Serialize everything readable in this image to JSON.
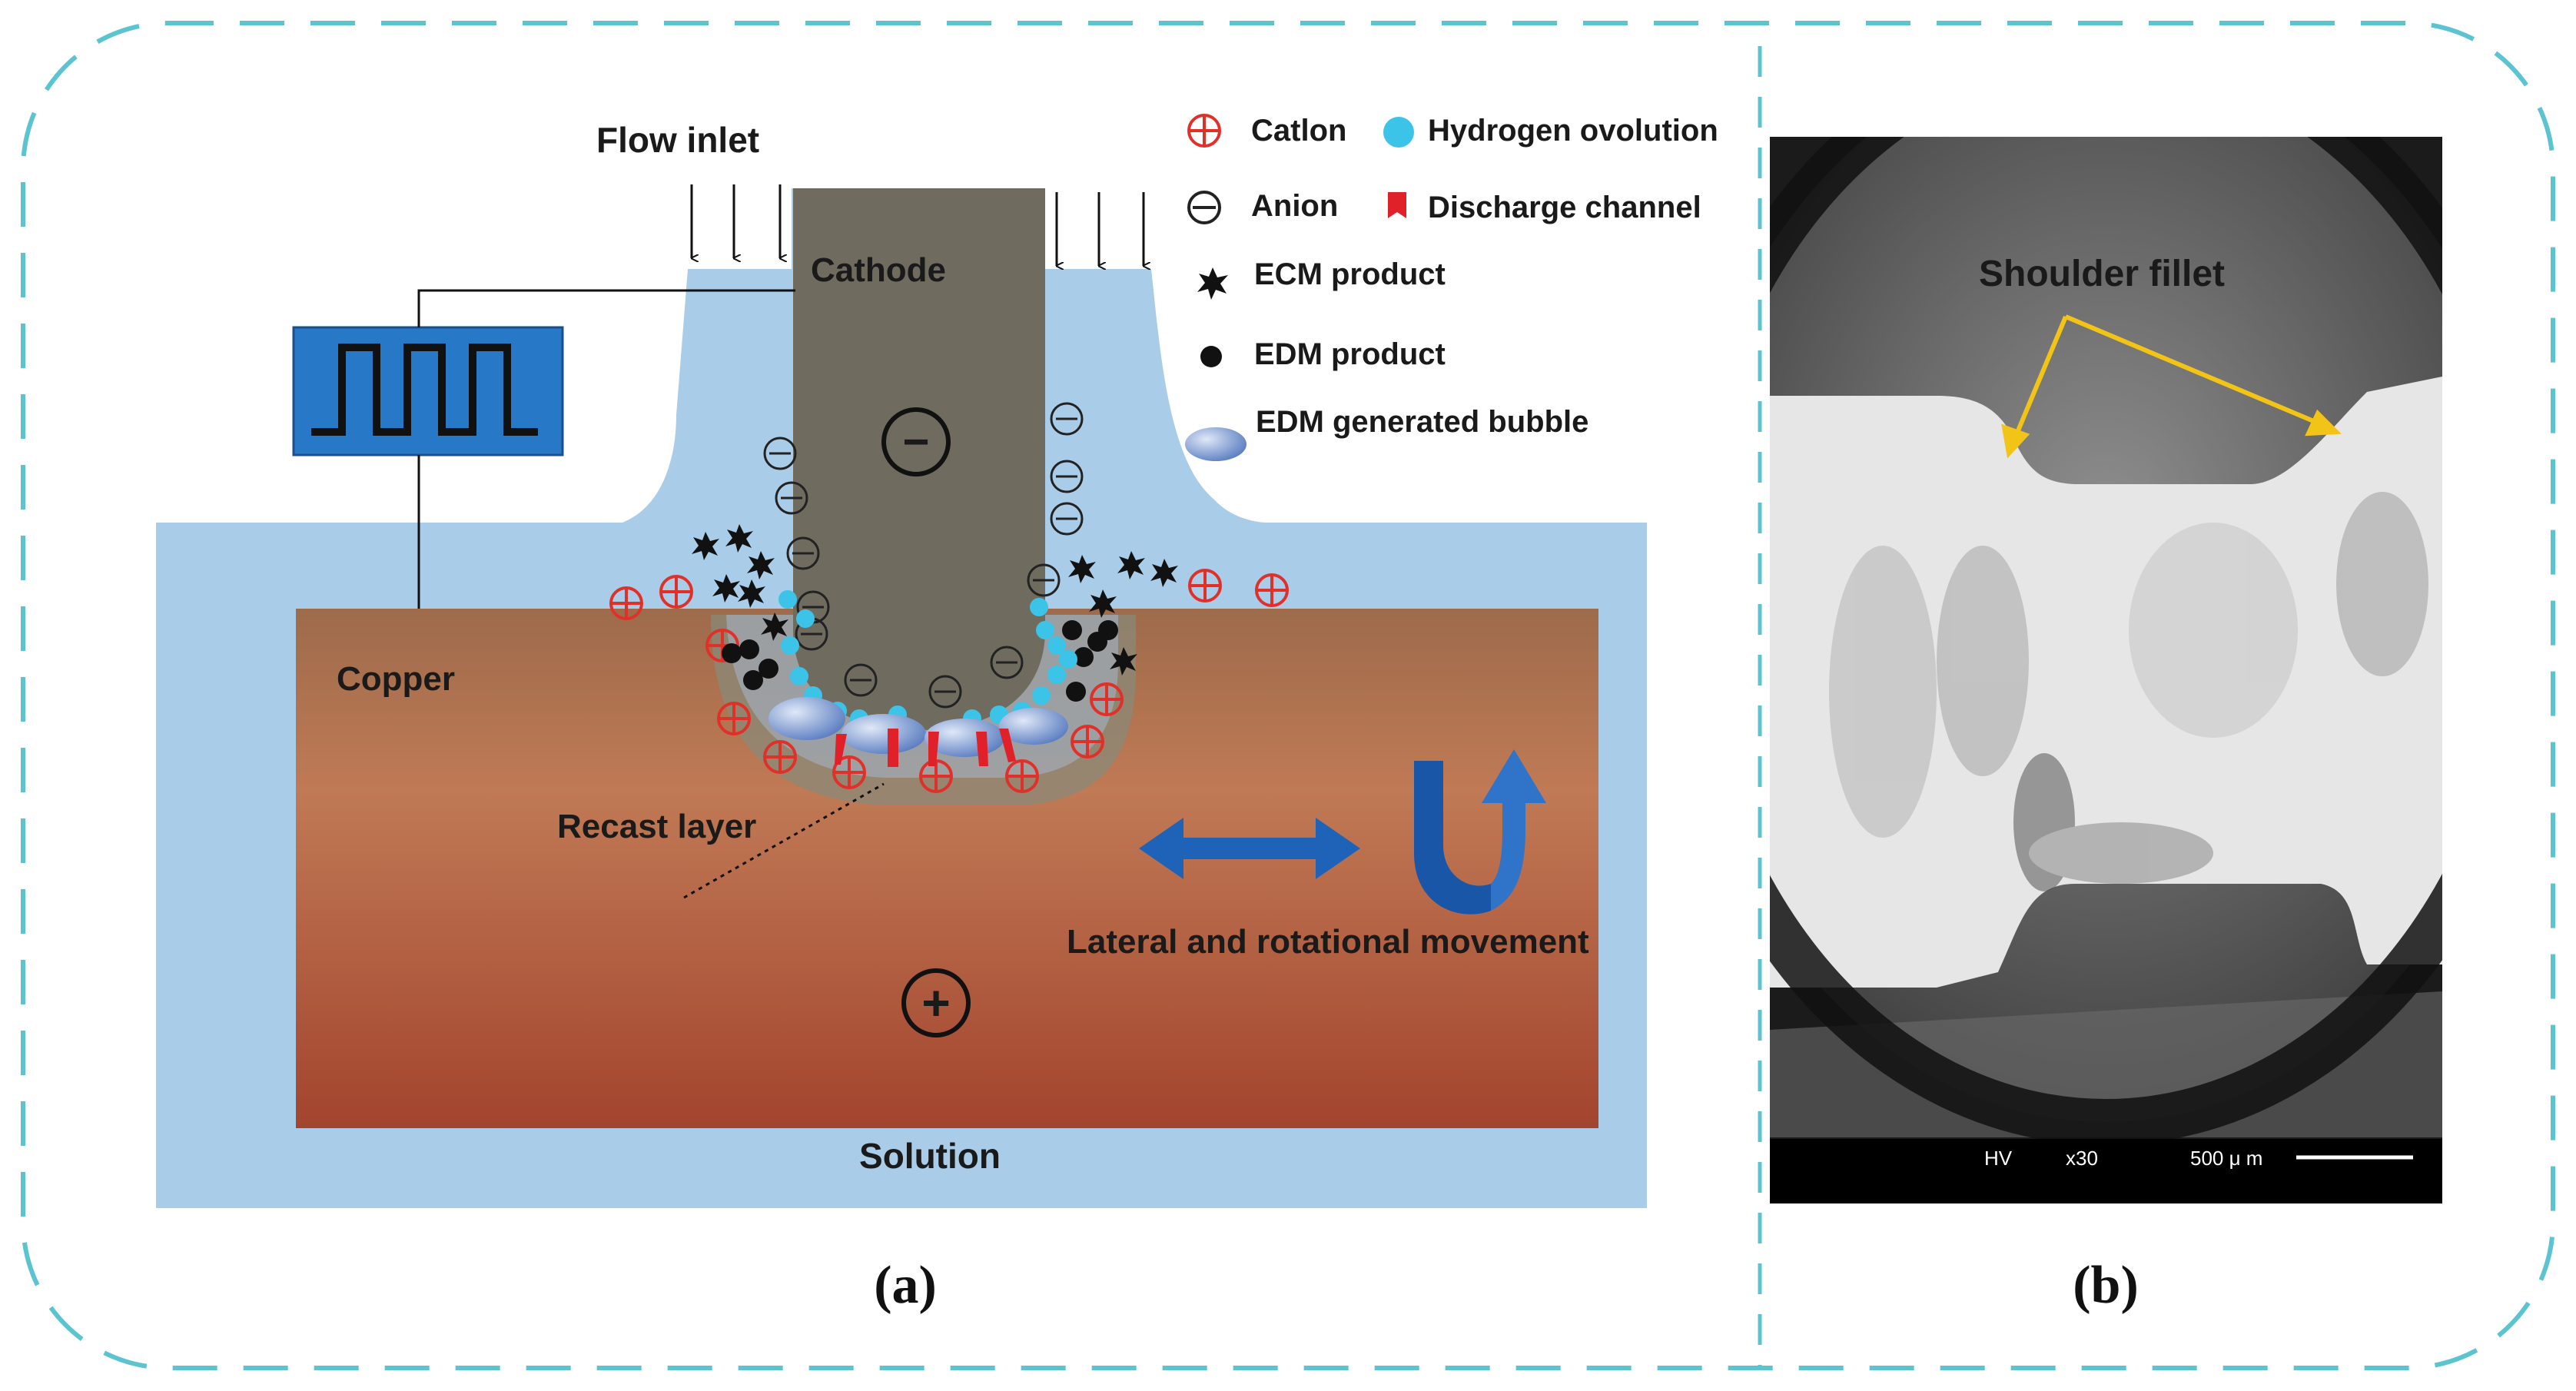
{
  "figure": {
    "panel_a_caption": "(a)",
    "panel_b_caption": "(b)",
    "colors": {
      "frame": "#5cc4d0",
      "solution": "#a9cde8",
      "cathode": "#6f6b5f",
      "copper_top": "#9c6a4a",
      "copper_bottom": "#a8452f",
      "arrow_blue": "#1f63b8",
      "cation_red": "#e0302a",
      "hydrogen_cyan": "#3cc3e8",
      "sem_fillet_arrow": "#f2c418"
    }
  },
  "panel_a": {
    "flow_inlet": "Flow inlet",
    "cathode": "Cathode",
    "cathode_sign": "−",
    "copper": "Copper",
    "copper_sign": "+",
    "solution": "Solution",
    "recast_layer": "Recast layer",
    "movement": "Lateral and rotational movement",
    "legend": {
      "cation": "Catlon",
      "hydrogen": "Hydrogen ovolution",
      "anion": "Anion",
      "discharge": "Discharge channel",
      "ecm": "ECM product",
      "edm": "EDM product",
      "bubble": "EDM generated bubble"
    },
    "icons": [
      "pulse-generator-icon",
      "cation-icon",
      "anion-icon",
      "ecm-product-icon",
      "edm-product-icon",
      "hydrogen-bubble-icon",
      "discharge-channel-icon",
      "edm-bubble-icon",
      "double-arrow-icon",
      "rotation-arrow-icon"
    ]
  },
  "panel_b": {
    "shoulder_fillet": "Shoulder fillet",
    "scale_hv": "HV",
    "scale_mag": "x30",
    "scale_len": "500 μ m"
  }
}
